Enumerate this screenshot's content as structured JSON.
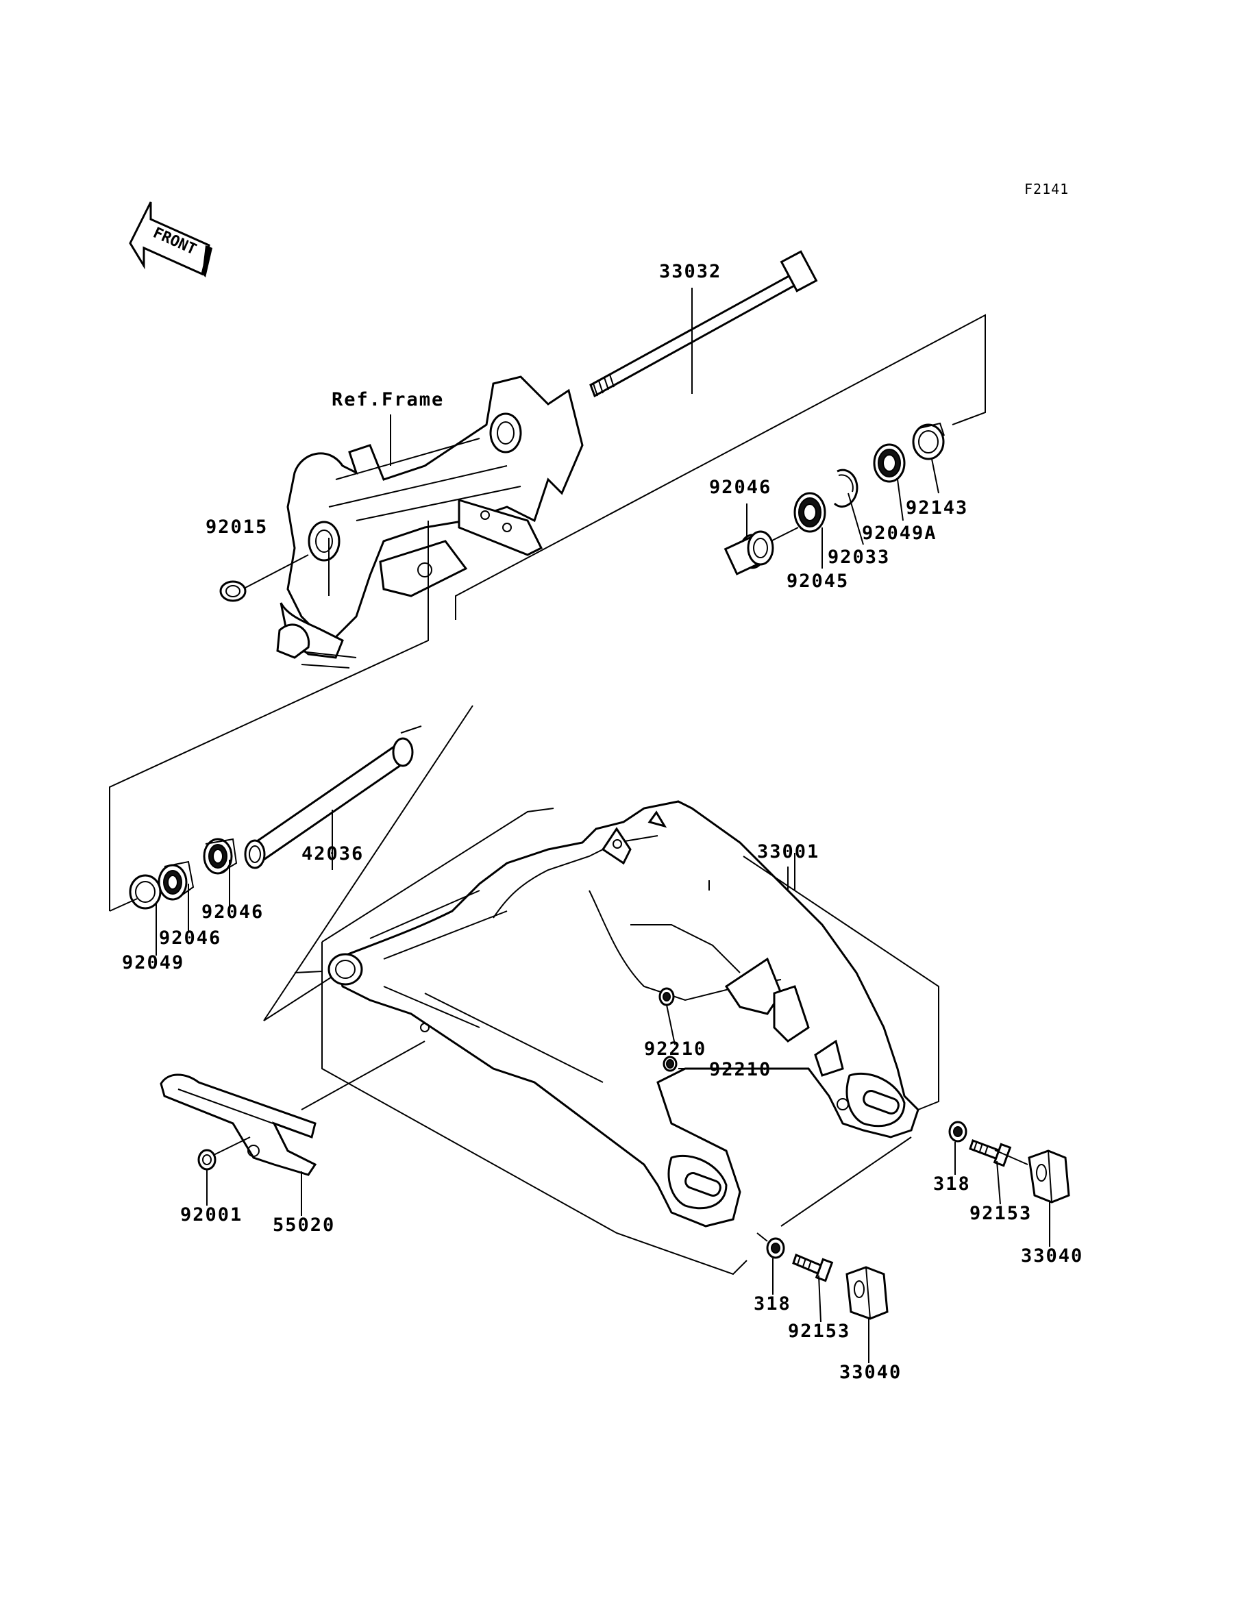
{
  "diagram_code": "F2141",
  "direction_label": "FRONT",
  "labels": {
    "p33032": "33032",
    "ref_frame": "Ref.Frame",
    "p92015": "92015",
    "p92046_top": "92046",
    "p92045": "92045",
    "p92033": "92033",
    "p92049A": "92049A",
    "p92143": "92143",
    "p42036": "42036",
    "p92046_a": "92046",
    "p92046_b": "92046",
    "p92049": "92049",
    "p33001": "33001",
    "p92210_a": "92210",
    "p92210_b": "92210",
    "p92001": "92001",
    "p55020": "55020",
    "p318_right": "318",
    "p92153_right": "92153",
    "p33040_right": "33040",
    "p318_bottom": "318",
    "p92153_bottom": "92153",
    "p33040_bottom": "33040"
  }
}
